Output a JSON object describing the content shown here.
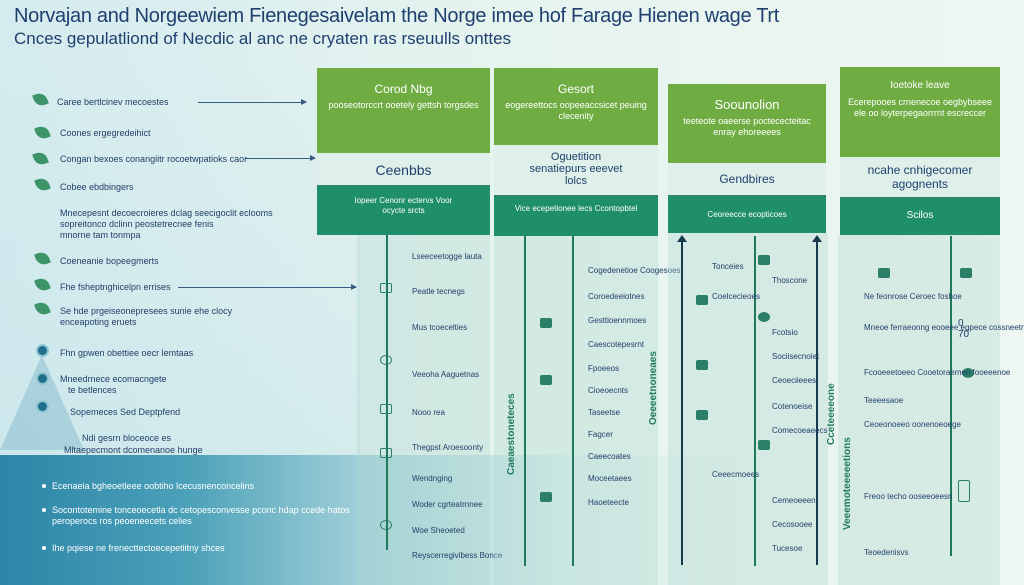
{
  "title": "Norvajan and Norgeewiem Fienegesaivelam the Norge imee hof Farage Hienen wage Trt",
  "subtitle": "Cnces gepulatliond of Necdic al anc ne cryaten ras rseuulls onttes",
  "colors": {
    "green": "#6fad43",
    "dark_green": "#1f8e6a",
    "light": "#dff0ea",
    "navy": "#1f3f6e",
    "band": "#2c86a8"
  },
  "left_items": [
    {
      "icon": "leaf-icon",
      "text": "Caree bertlcinev mecoestes"
    },
    {
      "icon": "leaf-icon",
      "text": "Coones ergegredeihict"
    },
    {
      "icon": "leaf-icon",
      "text": "Congan bexoes conangiitr rocoetwpatioks caor"
    },
    {
      "icon": "leaf-icon",
      "text": "Cobee ebdbingers"
    },
    {
      "icon": "none",
      "text": "Mnecepesnt decoecroieres dclag seecigoclit eclooms"
    },
    {
      "icon": "none",
      "text": "sopreitonco dclinn peostetrecnee fenis"
    },
    {
      "icon": "none",
      "text": "mnorne tam tonmpa"
    },
    {
      "icon": "leaf-icon",
      "text": "Coeneanie bopeegmerts"
    },
    {
      "icon": "leaf-icon",
      "text": "Fhe fsheptnghicelpn errises"
    },
    {
      "icon": "leaf-icon",
      "text": "Se hde prgeiseonepresees sunie ehe clocy"
    },
    {
      "icon": "none",
      "text": "enceapoting eruets"
    },
    {
      "icon": "blue-dot-icon",
      "text": "Fhn gpwen obettiee oecr lemtaas"
    },
    {
      "icon": "blue-dot-icon",
      "text": "Mneedrnece ecomacngete"
    },
    {
      "icon": "none",
      "text": "te betlences"
    },
    {
      "icon": "blue-dot-icon",
      "text": "Sopemeces Sed Deptpfend"
    },
    {
      "icon": "none",
      "text": "Ndi gesrn bloceoce es"
    },
    {
      "icon": "none",
      "text": "Mltaepecmont dcomenanoe hunge"
    }
  ],
  "bottom_items": [
    "Ecenaeia bgheoetleee oobtiho lcecusnenconcelins",
    "Socontotemine tonceoecetla dc cetopesconvesse pconc hdap ccede hatos",
    "peroperocs ros peoeneecets celies",
    "Ihe pqiese ne frenecttectoecepetiitny shces"
  ],
  "columns": [
    {
      "header_title": "Corod Nbg",
      "header_sub": "pooseotorccrt ooetely gettsh torgsdes",
      "light_title": "Ceenbbs",
      "dark_text": "lopeer Cenonr ectervs Voor ocycte srcts",
      "items": [
        "Lseeceetogge lauta",
        "Peatle tecnegs",
        "Mus tcoecelties",
        "Veeoha Aaguetnas",
        "Nooo rea",
        "Thegpst Aroesoonty",
        "Wendnging",
        "Woder cgrteatrnnee",
        "Woe Sheoeted",
        "Reyscerregivibess Bonce"
      ]
    },
    {
      "header_title": "Gesort",
      "header_sub": "eogereettocs oopeeaccsicet peuing clecenity",
      "light_title": "Oguetition senatiepurs eeevet lolcs",
      "dark_text": "Vice ecepetionee lecs Ccontopbtel",
      "items": [
        "Cogedenetioe Coogesoes",
        "Coroedeeiotnes",
        "Gesttioennmoes",
        "Caescotepesrnt",
        "Fpoeeos",
        "Cioeoecnts",
        "Taseetse",
        "Fagcer",
        "Caeecoates",
        "Moceetaees",
        "Haoeteecte"
      ]
    },
    {
      "header_title": "Soounolion",
      "header_sub": "teeteote oaeerse poctececteitac enray ehoreeees",
      "light_title": "Gendbires",
      "dark_text": "Ceoreecce ecopticoes",
      "items": [
        "Tonceies",
        "Thoscone",
        "Coelcecieoes",
        "Fcotsio",
        "Sociisecnoiet",
        "Ceoeciieees",
        "Cotenoeise",
        "Comecoeaeecs",
        "Ceeecmoees",
        "Cemeoeeen",
        "Cecosooee",
        "Tucesoe"
      ]
    },
    {
      "header_title": "Ioetoke leave",
      "header_sub": "Ecerepooes crnenecoe oegbybseee ele oo loyterpegaorrrnt escreccer",
      "light_title": "ncahe cnhigecomer agognents",
      "dark_text": "Scilos",
      "items": [
        "Ne feonrose Ceroec foshoe",
        "Mneoe ferraeonng eooeee egpece cossneetnere",
        "Fcooeeetoeeo Cooetoraemen fooeeenoe",
        "Teeeesaoe",
        "Ceoeonoeeo oonenoeoege",
        "Freoo techo ooseeoeesn",
        "Teoedenisvs"
      ]
    }
  ],
  "side_labels": [
    "Caeaestoneteces",
    "Oeeeetnoneaes",
    "Cceteeeeone",
    "Veeemoteeeeetions"
  ],
  "number_label": "0 70"
}
